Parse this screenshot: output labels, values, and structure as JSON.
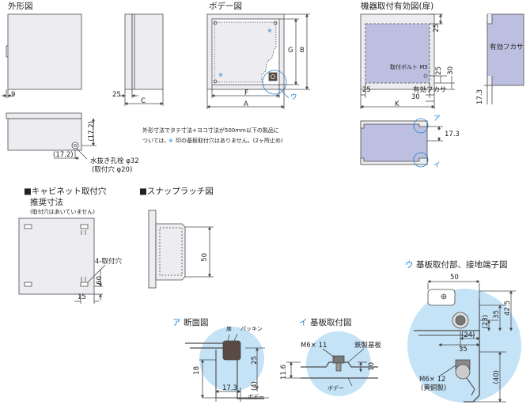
{
  "sections": {
    "outer": "外形図",
    "body": "ボデー図",
    "device_area": "機器取付有効図(扉)",
    "cabinet_holes": "■キャビネット取付穴",
    "recommended": "推奨寸法",
    "no_holes_note": "(取付穴はあいていません)",
    "snap_latch": "■スナップラッチ図",
    "a_section_mark": "ア",
    "a_section": "断面図",
    "i_board_mark": "イ",
    "i_board": "基板取付図",
    "u_terminal_mark": "ウ",
    "u_terminal": "基板取付部、接地端子図"
  },
  "labels": {
    "effective_cover": "有効フカサ",
    "mount_bolt": "取付ボルト M5",
    "drain_plug": "水抜き孔栓 φ32",
    "drain_hole": "(取付穴 φ20)",
    "four_holes": "4-取付穴",
    "door": "扉",
    "packing": "パッキン",
    "body": "ボデー",
    "screw": "M6× 11",
    "steel_board": "鉄製基板",
    "m6": "M6× 12",
    "brass": "(黄銅製)",
    "note_line1": "外形寸法でタテ寸法+ヨコ寸法が500mm以下の製品に",
    "note_line2_a": "ついては、",
    "note_line2_mark": "※",
    "note_line2_b": "印の基板取付穴はありません。(2ヶ所止め)"
  },
  "dims": {
    "d9": "9",
    "d25": "25",
    "C": "C",
    "d17_2": "(17.2)",
    "d17_2b": "(17.2)",
    "F": "F",
    "A": "A",
    "G": "G",
    "B": "B",
    "U_mark": "ウ",
    "d25_top": "25",
    "d25_a": "25",
    "d25_b": "25",
    "d30_a": "30",
    "d30_b": "30",
    "K": "K",
    "d17_3": "17.3",
    "a_mark": "ア",
    "a_17_3": "17.3",
    "i_mark": "イ",
    "d60": "60",
    "d15": "15",
    "d50": "50",
    "s18": "18",
    "s25": "25",
    "s17_3": "17.3",
    "s4": "(4)",
    "b11_6": "11.6",
    "b10": "10",
    "u50": "50",
    "u23": "(23)",
    "u35": "35",
    "u42_5": "42.5",
    "u24": "(24)",
    "u35b": "35",
    "u40": "(40)"
  },
  "colors": {
    "line": "#4a4a4a",
    "panel_fill": "#ededf1",
    "area_fill": "#bcbfe0",
    "circle_fill": "#c5e3f7",
    "accent": "#1e7fd0",
    "dark_fill": "#5a4a44"
  }
}
